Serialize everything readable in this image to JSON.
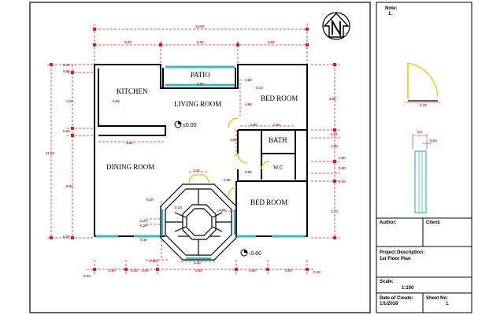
{
  "plan": {
    "rooms": {
      "kitchen": "KITCHEN",
      "patio": "PATIO",
      "living": "LIVING ROOM",
      "bed1": "BED ROOM",
      "bath": "BATH",
      "wc": "W.C",
      "dining": "DINING ROOM",
      "bed2": "BED ROOM"
    },
    "levels": {
      "upper": "±0.00",
      "lower": "-0.60"
    },
    "dims": {
      "top_total": "14.00",
      "top_a": "4.20",
      "top_b": "5.00",
      "top_c": "4.20",
      "left_total": "11.50",
      "left_a": "0.20",
      "left_b": "0.55",
      "left_c": "2.20",
      "left_d": "0.55",
      "left_e": "6.50",
      "left_f": "0.20",
      "right_a": "4.50",
      "right_b": "0.20",
      "right_c": "1.90",
      "right_d": "0.80",
      "right_e": "0.80",
      "right_f": "0.30",
      "right_g": "3.70",
      "bottom_a": "0.20",
      "bottom_b": "2.00",
      "bottom_c": "0.20",
      "bottom_d": "2.00",
      "bottom_e": "2.00",
      "bottom_f": "3.00",
      "bottom_g": "3.00",
      "bottom_h": "0.20",
      "patio_w": "3.00",
      "patio_h1": "1.50",
      "patio_h2": "1.65",
      "kitchen_counter": "0.55",
      "kitchen_len": "3.50",
      "bed_w": "2.00",
      "bath_h": "1.55",
      "hall_w": "0.10",
      "door_a": "0.80",
      "door_b": "0.80",
      "door_c": "0.30",
      "stair_top": "1.20",
      "stair_a": "0.10",
      "stair_b": "1.20",
      "stair_c": "0.30",
      "stair_d": "0.30",
      "stair_e": "0.80",
      "stair_f": "0.20",
      "stair_g": "0.20",
      "stair_bottom": "1.20",
      "stair_side": "0.30",
      "bath_door": "0.55",
      "wc_w": "1.20",
      "patio_side": "0.10"
    }
  },
  "titleblock": {
    "note_label": "Note:",
    "note_1": "1.",
    "door_width": "0.75",
    "win_a": "0.2",
    "win_b": "0.04",
    "author": "Author:",
    "client": "Client:",
    "project_label": "Project Description:",
    "project_value": "1st Floor Plan",
    "scale_label": "Scale:",
    "scale_value": "1:100",
    "date_label": "Date of Create:",
    "date_value": "1/1/2018",
    "sheet_label": "Sheet No:",
    "sheet_value": "1"
  }
}
